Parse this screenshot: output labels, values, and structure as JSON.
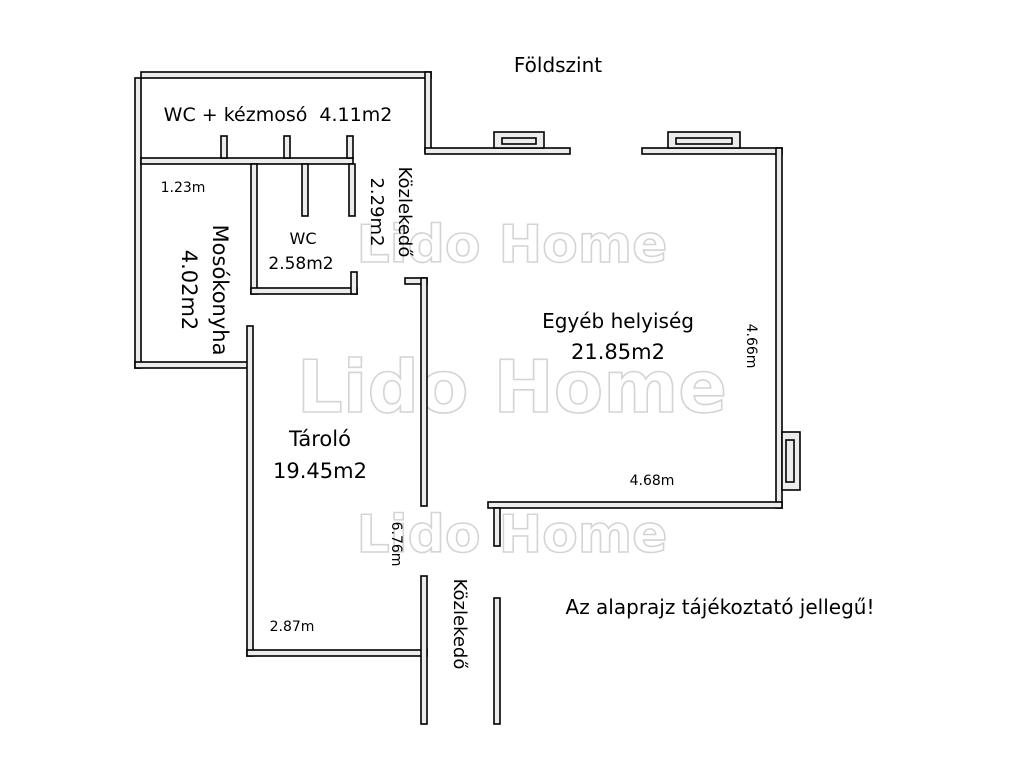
{
  "title": "Földszint",
  "note": "Az alaprajz tájékoztató jellegű!",
  "watermark": "Lido Home",
  "rooms": {
    "wc_kezmoso": "WC + kézmosó  4.11m2",
    "wc_name": "WC",
    "wc_area": "2.58m2",
    "moso_name": "Mosókonyha",
    "moso_area": "4.02m2",
    "kozl1_name": "Közlekedő",
    "kozl1_area": "2.29m2",
    "egyeb_name": "Egyéb helyiség",
    "egyeb_area": "21.85m2",
    "tarolo_name": "Tároló",
    "tarolo_area": "19.45m2",
    "kozl2_name": "Közlekedő"
  },
  "dims": {
    "d_123": "1.23m",
    "d_466": "4.66m",
    "d_468": "4.68m",
    "d_676": "6.76m",
    "d_287": "2.87m"
  }
}
